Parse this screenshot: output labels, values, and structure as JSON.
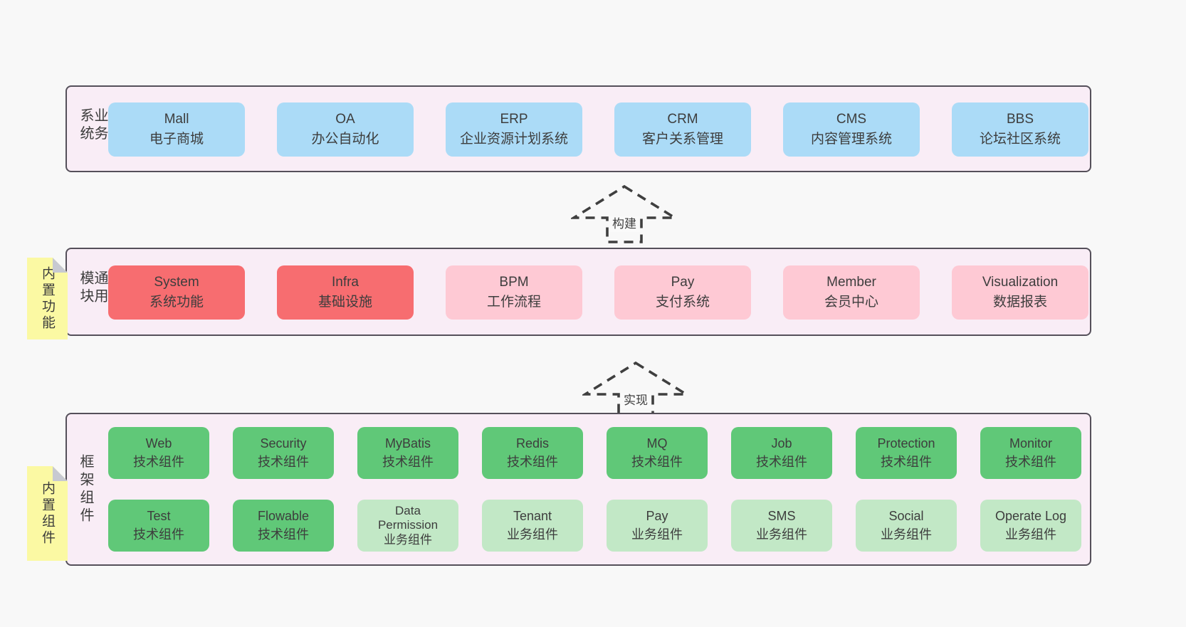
{
  "colors": {
    "page_bg": "#f8f8f8",
    "layer_bg": "#f9edf6",
    "layer_border": "#55505a",
    "text": "#3d3d3d",
    "blue": "#abdbf7",
    "red": "#f76d70",
    "pink": "#fec9d4",
    "green": "#60c878",
    "light_green": "#c2e8c6",
    "sticky_yellow": "#fbf9a3",
    "fold_gray": "#c7c9d1"
  },
  "layers": {
    "business": {
      "label": "业务系统",
      "boxes": [
        {
          "variant": "blue",
          "lines": [
            "Mall",
            "电子商城"
          ]
        },
        {
          "variant": "blue",
          "lines": [
            "OA",
            "办公自动化"
          ]
        },
        {
          "variant": "blue",
          "lines": [
            "ERP",
            "企业资源计划系统"
          ]
        },
        {
          "variant": "blue",
          "lines": [
            "CRM",
            "客户关系管理"
          ]
        },
        {
          "variant": "blue",
          "lines": [
            "CMS",
            "内容管理系统"
          ]
        },
        {
          "variant": "blue",
          "lines": [
            "BBS",
            "论坛社区系统"
          ]
        }
      ]
    },
    "modules": {
      "label": "通用模块",
      "sticky": "内置功能",
      "boxes": [
        {
          "variant": "red",
          "lines": [
            "System",
            "系统功能"
          ]
        },
        {
          "variant": "red",
          "lines": [
            "Infra",
            "基础设施"
          ]
        },
        {
          "variant": "pink",
          "lines": [
            "BPM",
            "工作流程"
          ]
        },
        {
          "variant": "pink",
          "lines": [
            "Pay",
            "支付系统"
          ]
        },
        {
          "variant": "pink",
          "lines": [
            "Member",
            "会员中心"
          ]
        },
        {
          "variant": "pink",
          "lines": [
            "Visualization",
            "数据报表"
          ]
        }
      ]
    },
    "components": {
      "label": "框架组件",
      "sticky": "内置组件",
      "rows": [
        [
          {
            "variant": "green",
            "lines": [
              "Web",
              "技术组件"
            ]
          },
          {
            "variant": "green",
            "lines": [
              "Security",
              "技术组件"
            ]
          },
          {
            "variant": "green",
            "lines": [
              "MyBatis",
              "技术组件"
            ]
          },
          {
            "variant": "green",
            "lines": [
              "Redis",
              "技术组件"
            ]
          },
          {
            "variant": "green",
            "lines": [
              "MQ",
              "技术组件"
            ]
          },
          {
            "variant": "green",
            "lines": [
              "Job",
              "技术组件"
            ]
          },
          {
            "variant": "green",
            "lines": [
              "Protection",
              "技术组件"
            ]
          },
          {
            "variant": "green",
            "lines": [
              "Monitor",
              "技术组件"
            ]
          }
        ],
        [
          {
            "variant": "green",
            "lines": [
              "Test",
              "技术组件"
            ]
          },
          {
            "variant": "green",
            "lines": [
              "Flowable",
              "技术组件"
            ]
          },
          {
            "variant": "light_green",
            "lines": [
              "Data",
              "Permission",
              "业务组件"
            ]
          },
          {
            "variant": "light_green",
            "lines": [
              "Tenant",
              "业务组件"
            ]
          },
          {
            "variant": "light_green",
            "lines": [
              "Pay",
              "业务组件"
            ]
          },
          {
            "variant": "light_green",
            "lines": [
              "SMS",
              "业务组件"
            ]
          },
          {
            "variant": "light_green",
            "lines": [
              "Social",
              "业务组件"
            ]
          },
          {
            "variant": "light_green",
            "lines": [
              "Operate Log",
              "业务组件"
            ]
          }
        ]
      ]
    }
  },
  "arrows": [
    {
      "label": "构建"
    },
    {
      "label": "实现"
    }
  ]
}
